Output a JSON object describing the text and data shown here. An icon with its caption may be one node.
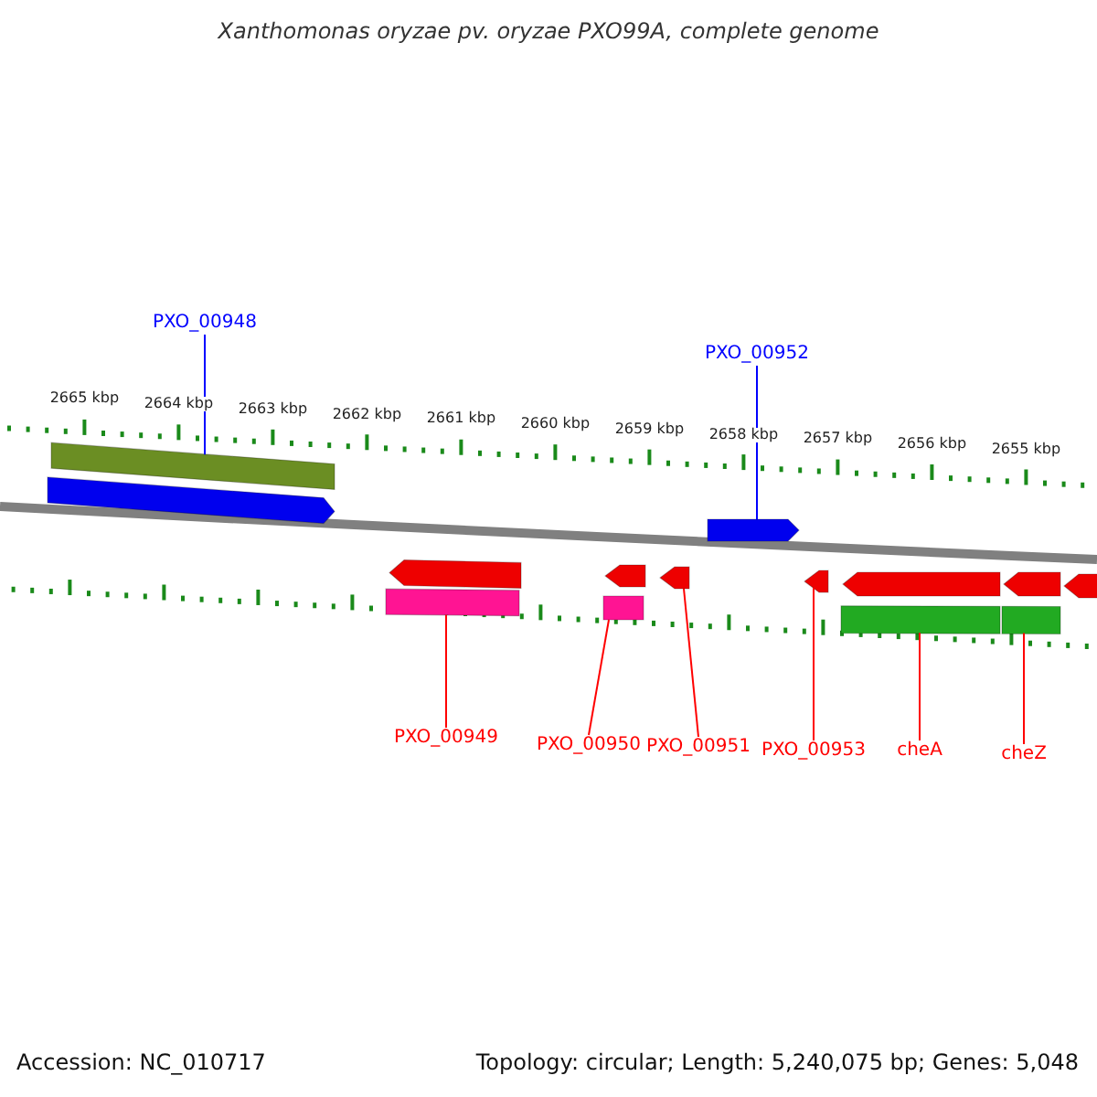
{
  "diagram": {
    "title": "Xanthomonas oryzae pv. oryzae PXO99A, complete genome",
    "nodes": [
      {
        "text": [
          "PXO_00948"
        ]
      },
      {
        "text": [
          "PXO_00952"
        ]
      },
      {
        "text": [],
        "shape": "bar"
      },
      {
        "text": [],
        "shape": "arrow"
      },
      {
        "text": [],
        "shape": "arrow"
      },
      {
        "text": [],
        "shape": "arrow"
      },
      {
        "text": [],
        "shape": "arrow"
      },
      {
        "text": [],
        "shape": "arrow"
      },
      {
        "text": [],
        "shape": "arrow"
      },
      {
        "text": [],
        "shape": "arrow"
      },
      {
        "text": [],
        "shape": "arrow"
      },
      {
        "text": [],
        "shape": "arrow"
      },
      {
        "text": [],
        "shape": "bar"
      },
      {
        "text": [],
        "shape": "bar"
      },
      {
        "text": [],
        "shape": "bar"
      },
      {
        "text": [],
        "shape": "bar"
      },
      {
        "text": [
          "PXO_00949"
        ]
      },
      {
        "text": [
          "PXO_00950"
        ]
      },
      {
        "text": [
          "PXO_00951"
        ]
      },
      {
        "text": [
          "PXO_00953"
        ]
      },
      {
        "text": [
          "cheA"
        ]
      },
      {
        "text": [
          "cheZ"
        ]
      }
    ],
    "edges": [
      {
        "from": 0,
        "to": 2,
        "arrow": "none",
        "color": "#0000ff"
      },
      {
        "from": 1,
        "to": 4,
        "arrow": "none",
        "color": "#0000ff"
      },
      {
        "from": 16,
        "to": 12,
        "arrow": "none"
      },
      {
        "from": 17,
        "to": 13,
        "arrow": "none"
      },
      {
        "from": 18,
        "to": 7,
        "arrow": "none"
      },
      {
        "from": 19,
        "to": 8,
        "arrow": "none"
      },
      {
        "from": 20,
        "to": 14,
        "arrow": "none"
      },
      {
        "from": 21,
        "to": 15,
        "arrow": "none"
      }
    ],
    "labels": [
      "2665 kbp",
      "2664 kbp",
      "2663 kbp",
      "2662 kbp",
      "2661 kbp",
      "2660 kbp",
      "2659 kbp",
      "2658 kbp",
      "2657 kbp",
      "2656 kbp",
      "2655 kbp",
      "Accession: NC_010717",
      "Topology: circular; Length: 5,240,075 bp; Genes: 5,048"
    ]
  }
}
